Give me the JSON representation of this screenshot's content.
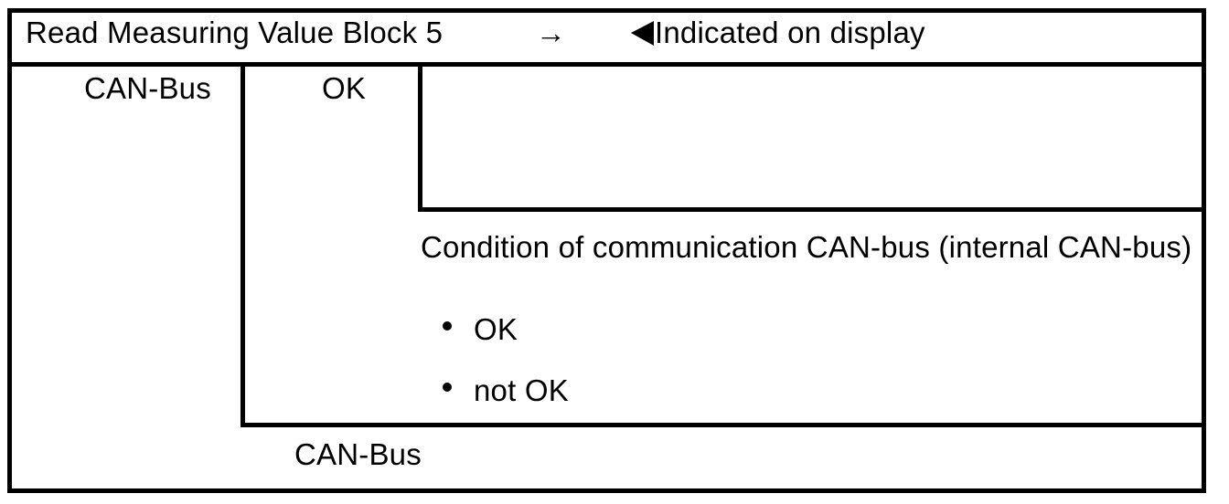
{
  "colors": {
    "ink": "#000000",
    "background": "#ffffff"
  },
  "header": {
    "title": "Read Measuring Value Block 5",
    "arrow_icon": "→",
    "display_note": "Indicated on display"
  },
  "display_fields": {
    "field_1": "CAN-Bus",
    "field_2": "OK"
  },
  "annotation": {
    "condition": "Condition of communication CAN-bus (internal CAN-bus)",
    "bullets": [
      "OK",
      "not OK"
    ]
  },
  "footer": {
    "label": "CAN-Bus"
  }
}
